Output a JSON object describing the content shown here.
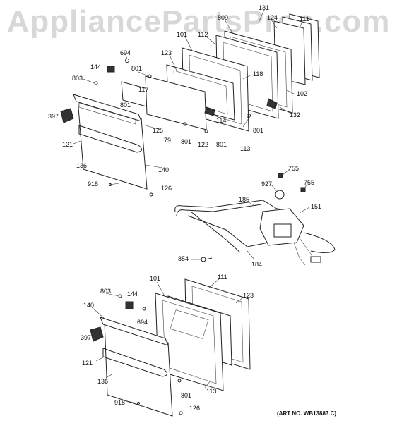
{
  "watermark": "AppliancePartsPros.com",
  "art_number": "(ART NO. WB13883 C)",
  "callouts_top": [
    "131",
    "809",
    "124",
    "111",
    "101",
    "112",
    "694",
    "144",
    "123",
    "118",
    "803",
    "801",
    "117",
    "102",
    "801",
    "397",
    "114",
    "132",
    "125",
    "79",
    "801",
    "121",
    "801",
    "122",
    "801",
    "113",
    "136",
    "140",
    "918",
    "126"
  ],
  "callouts_mid": [
    "755",
    "927",
    "755",
    "185",
    "151",
    "854",
    "184"
  ],
  "callouts_bottom": [
    "101",
    "111",
    "803",
    "144",
    "123",
    "140",
    "694",
    "397",
    "121",
    "136",
    "801",
    "113",
    "918",
    "126"
  ]
}
